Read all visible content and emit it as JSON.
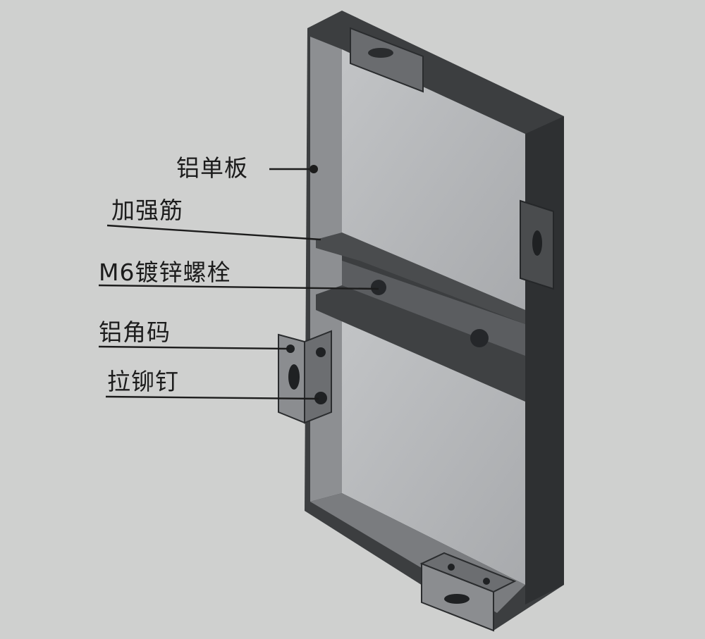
{
  "labels": {
    "aluminum_panel": "铝单板",
    "stiffener": "加强筋",
    "bolt": "M6镀锌螺栓",
    "angle_bracket": "铝角码",
    "rivet": "拉铆钉"
  },
  "colors": {
    "background": "#cfd0cf",
    "panel_face": "#b3b5b7",
    "frame_dark": "#3a3c3e",
    "leader_line": "#1c1c1c"
  }
}
